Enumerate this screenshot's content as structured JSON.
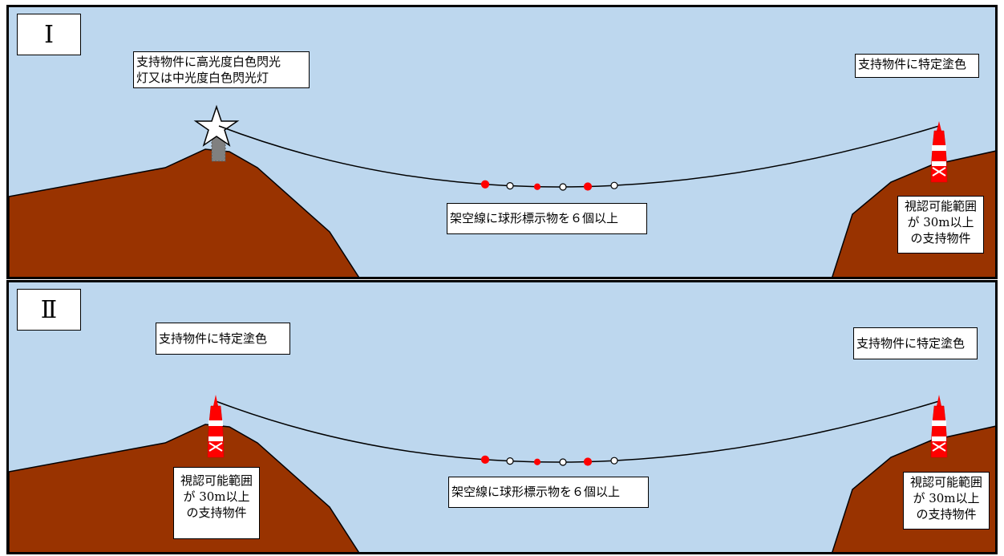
{
  "panels": [
    {
      "roman": "Ⅰ",
      "left_support_label": "支持物件に高光度白色閃光灯又は中光度白色閃光灯",
      "left_support_label_lines": [
        "支持物件に高光度白色閃光",
        "灯又は中光度白色閃光灯"
      ],
      "right_support_label": "支持物件に特定塗色",
      "cable_label": "架空線に球形標示物を６個以上",
      "right_visibility_label_lines": [
        "視認可能範囲",
        "が 30m以上",
        "の支持物件"
      ]
    },
    {
      "roman": "Ⅱ",
      "left_support_label": "支持物件に特定塗色",
      "right_support_label": "支持物件に特定塗色",
      "cable_label": "架空線に球形標示物を６個以上",
      "left_visibility_label_lines": [
        "視認可能範囲",
        "が 30m以上",
        "の支持物件"
      ],
      "right_visibility_label_lines": [
        "視認可能範囲",
        "が 30m以上",
        "の支持物件"
      ]
    }
  ],
  "colors": {
    "sky": "#bdd7ee",
    "ground": "#993300",
    "marker_red": "#ff0000",
    "marker_white": "#ffffff",
    "tower_gray": "#808080"
  },
  "markers": [
    "red",
    "white",
    "red",
    "white",
    "red",
    "white"
  ]
}
